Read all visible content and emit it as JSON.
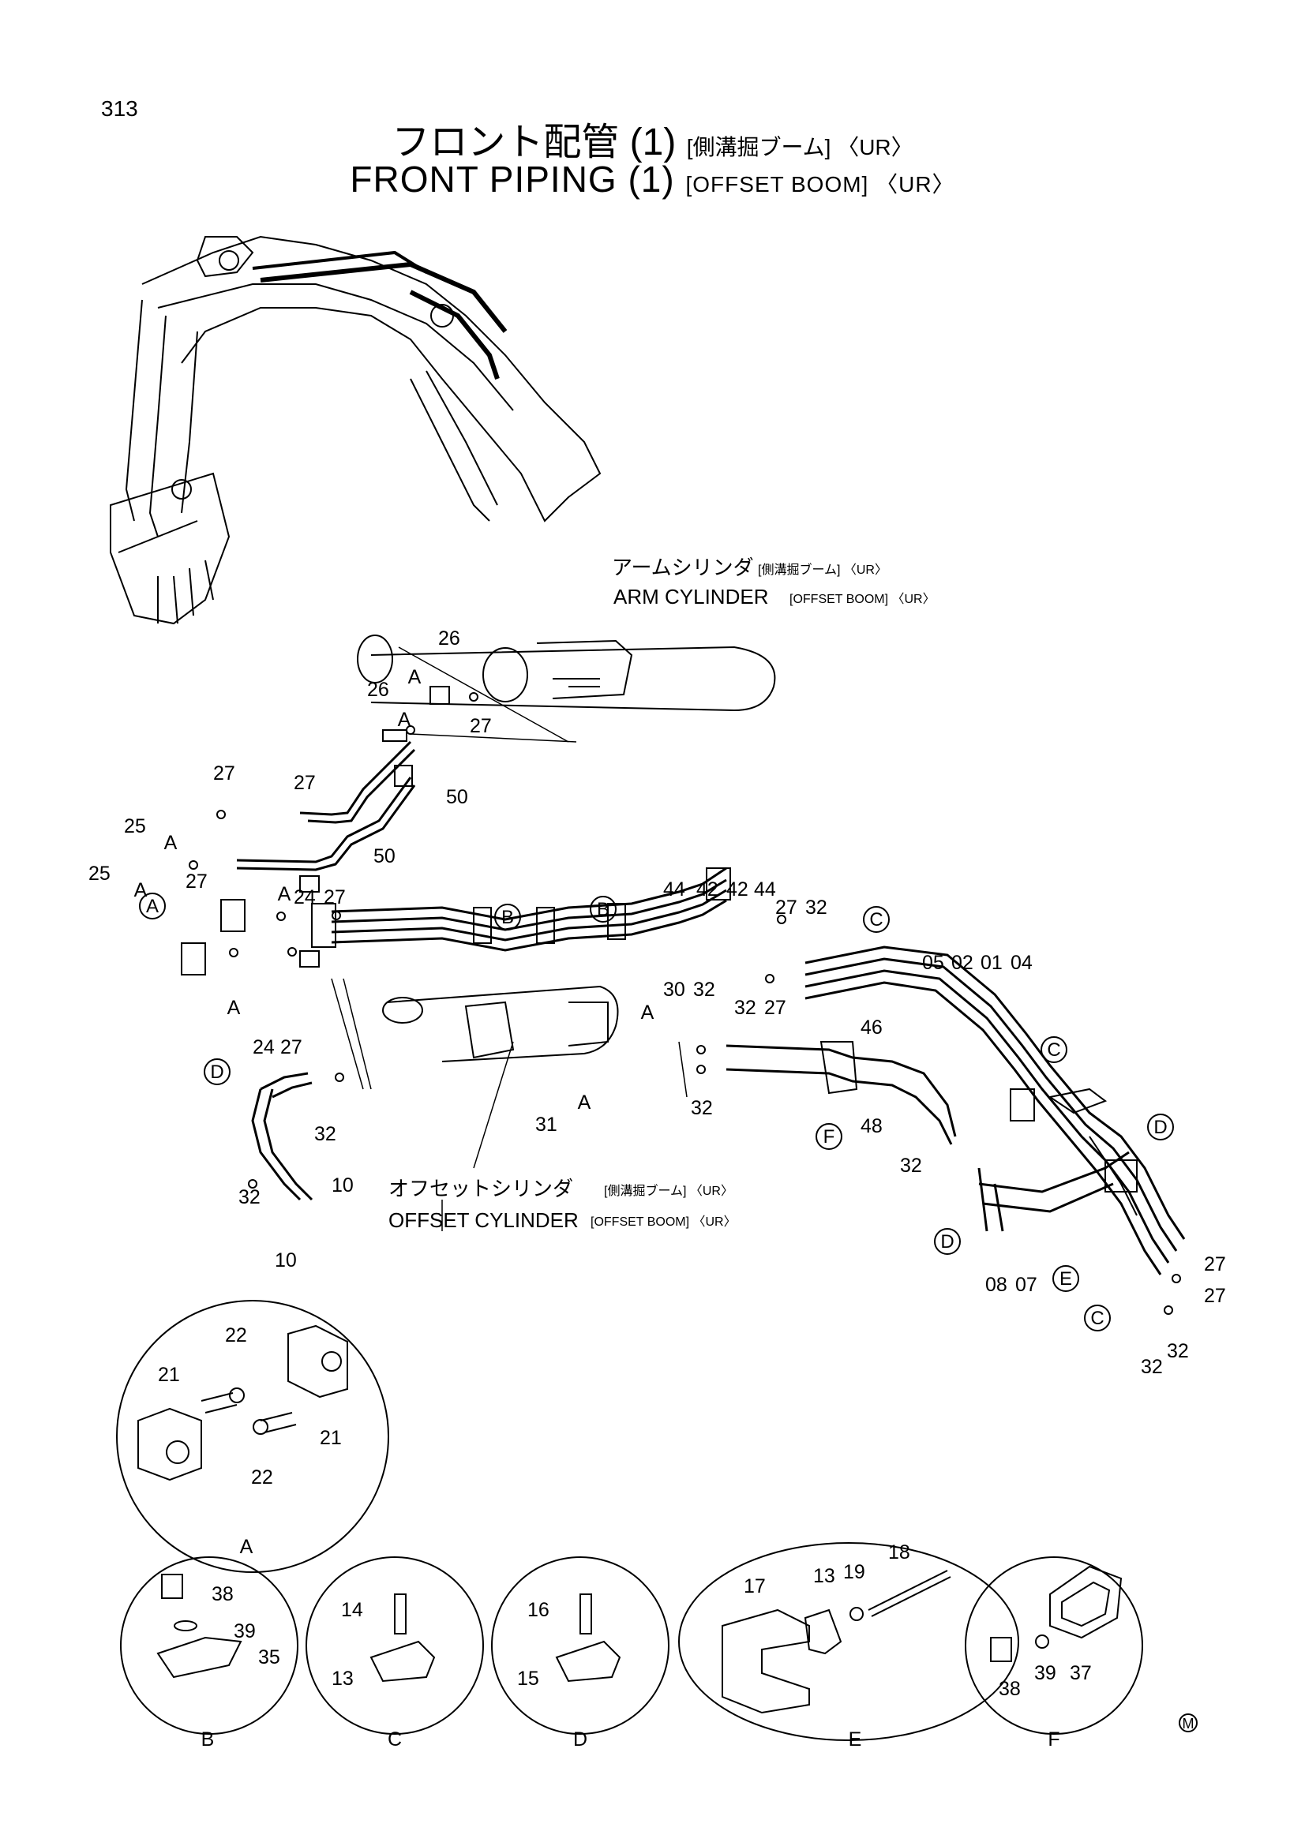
{
  "page": {
    "number": "313",
    "title_jp": "フロント配管 (1)",
    "title_jp_sub": "[側溝掘ブーム] 〈UR〉",
    "title_en": "FRONT PIPING (1)",
    "title_en_sub": "[OFFSET BOOM] 〈UR〉",
    "mark": "M"
  },
  "captions": {
    "arm_cylinder_jp": "アームシリンダ",
    "arm_cylinder_jp_sub": "[側溝掘ブーム] 〈UR〉",
    "arm_cylinder_en": "ARM CYLINDER",
    "arm_cylinder_en_sub": "[OFFSET BOOM] 〈UR〉",
    "offset_cylinder_jp": "オフセットシリンダ",
    "offset_cylinder_jp_sub": "[側溝掘ブーム] 〈UR〉",
    "offset_cylinder_en": "OFFSET CYLINDER",
    "offset_cylinder_en_sub": "[OFFSET BOOM] 〈UR〉"
  },
  "part_labels": {
    "p01": "01",
    "p02": "02",
    "p04": "04",
    "p05": "05",
    "p07": "07",
    "p08": "08",
    "p10": "10",
    "p13": "13",
    "p14": "14",
    "p15": "15",
    "p16": "16",
    "p17": "17",
    "p18": "18",
    "p19": "19",
    "p21": "21",
    "p22": "22",
    "p24": "24",
    "p25": "25",
    "p26": "26",
    "p27": "27",
    "p30": "30",
    "p31": "31",
    "p32": "32",
    "p35": "35",
    "p37": "37",
    "p38": "38",
    "p39": "39",
    "p42": "42",
    "p44": "44",
    "p46": "46",
    "p48": "48",
    "p50": "50"
  },
  "callouts": {
    "A": "A",
    "B": "B",
    "C": "C",
    "D": "D",
    "E": "E",
    "F": "F"
  }
}
